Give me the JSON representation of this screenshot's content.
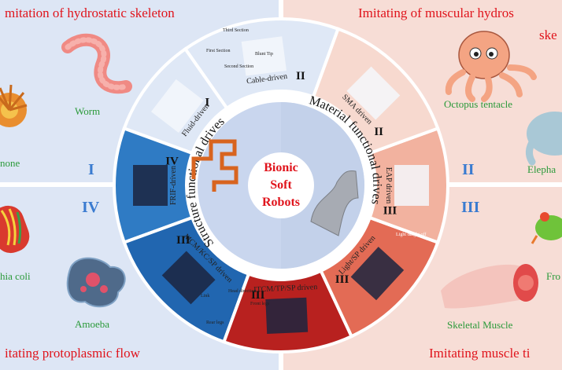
{
  "quadrants": {
    "top_left": {
      "title": "mitation of hydrostatic skeleton",
      "roman": "I",
      "organisms": [
        "Worm",
        "none"
      ]
    },
    "top_right": {
      "title": "Imitating of muscular hydros",
      "title_line2": "ske",
      "roman": "II",
      "organisms": [
        "Octopus tentacle",
        "Elepha"
      ]
    },
    "bottom_left": {
      "title": "itating protoplasmic flow",
      "roman": "IV",
      "organisms": [
        "hia coli",
        "Amoeba"
      ]
    },
    "bottom_right": {
      "title": "Imitating muscle ti",
      "roman": "III",
      "organisms": [
        "Fro",
        "Skeletal Muscle"
      ]
    }
  },
  "segments": [
    {
      "label": "Cable-driven",
      "roman": "II",
      "color": "#dfe8f6"
    },
    {
      "label": "Fluid-driven",
      "roman": "I",
      "color": "#dfe8f6"
    },
    {
      "label": "FRIF-driven",
      "roman": "IV",
      "color": "#2f7bc4"
    },
    {
      "label": "MCM/KC/SP driven",
      "roman": "III",
      "color": "#2166b0"
    },
    {
      "label": "ITCM/TP/SP driven",
      "roman": "III",
      "color": "#b8211f"
    },
    {
      "label": "Light/SP driven",
      "roman": "III",
      "color": "#e36b55"
    },
    {
      "label": "EAP driven",
      "roman": "III",
      "color": "#f2b29f"
    },
    {
      "label": "SMA driven",
      "roman": "II",
      "color": "#f7d9cf"
    }
  ],
  "ring": {
    "left_text": "Structure functional drives",
    "right_text": "Material functional drives"
  },
  "center": {
    "line1": "Bionic",
    "line2": "Soft",
    "line3": "Robots"
  },
  "panel_annotations": {
    "cable": [
      "Third Section",
      "First Section",
      "Second Section",
      "Blunt Tip"
    ],
    "mcm": [
      "Link",
      "Head direction",
      "Front legs",
      "Rear legs"
    ],
    "light": [
      "Light on",
      "Light off"
    ]
  },
  "colors": {
    "accent_red": "#e0141c",
    "roman_blue": "#3a7bd0",
    "organism_green": "#2b9a3a",
    "bg_blue": "#dde6f5",
    "bg_pink": "#f7ddd6"
  }
}
